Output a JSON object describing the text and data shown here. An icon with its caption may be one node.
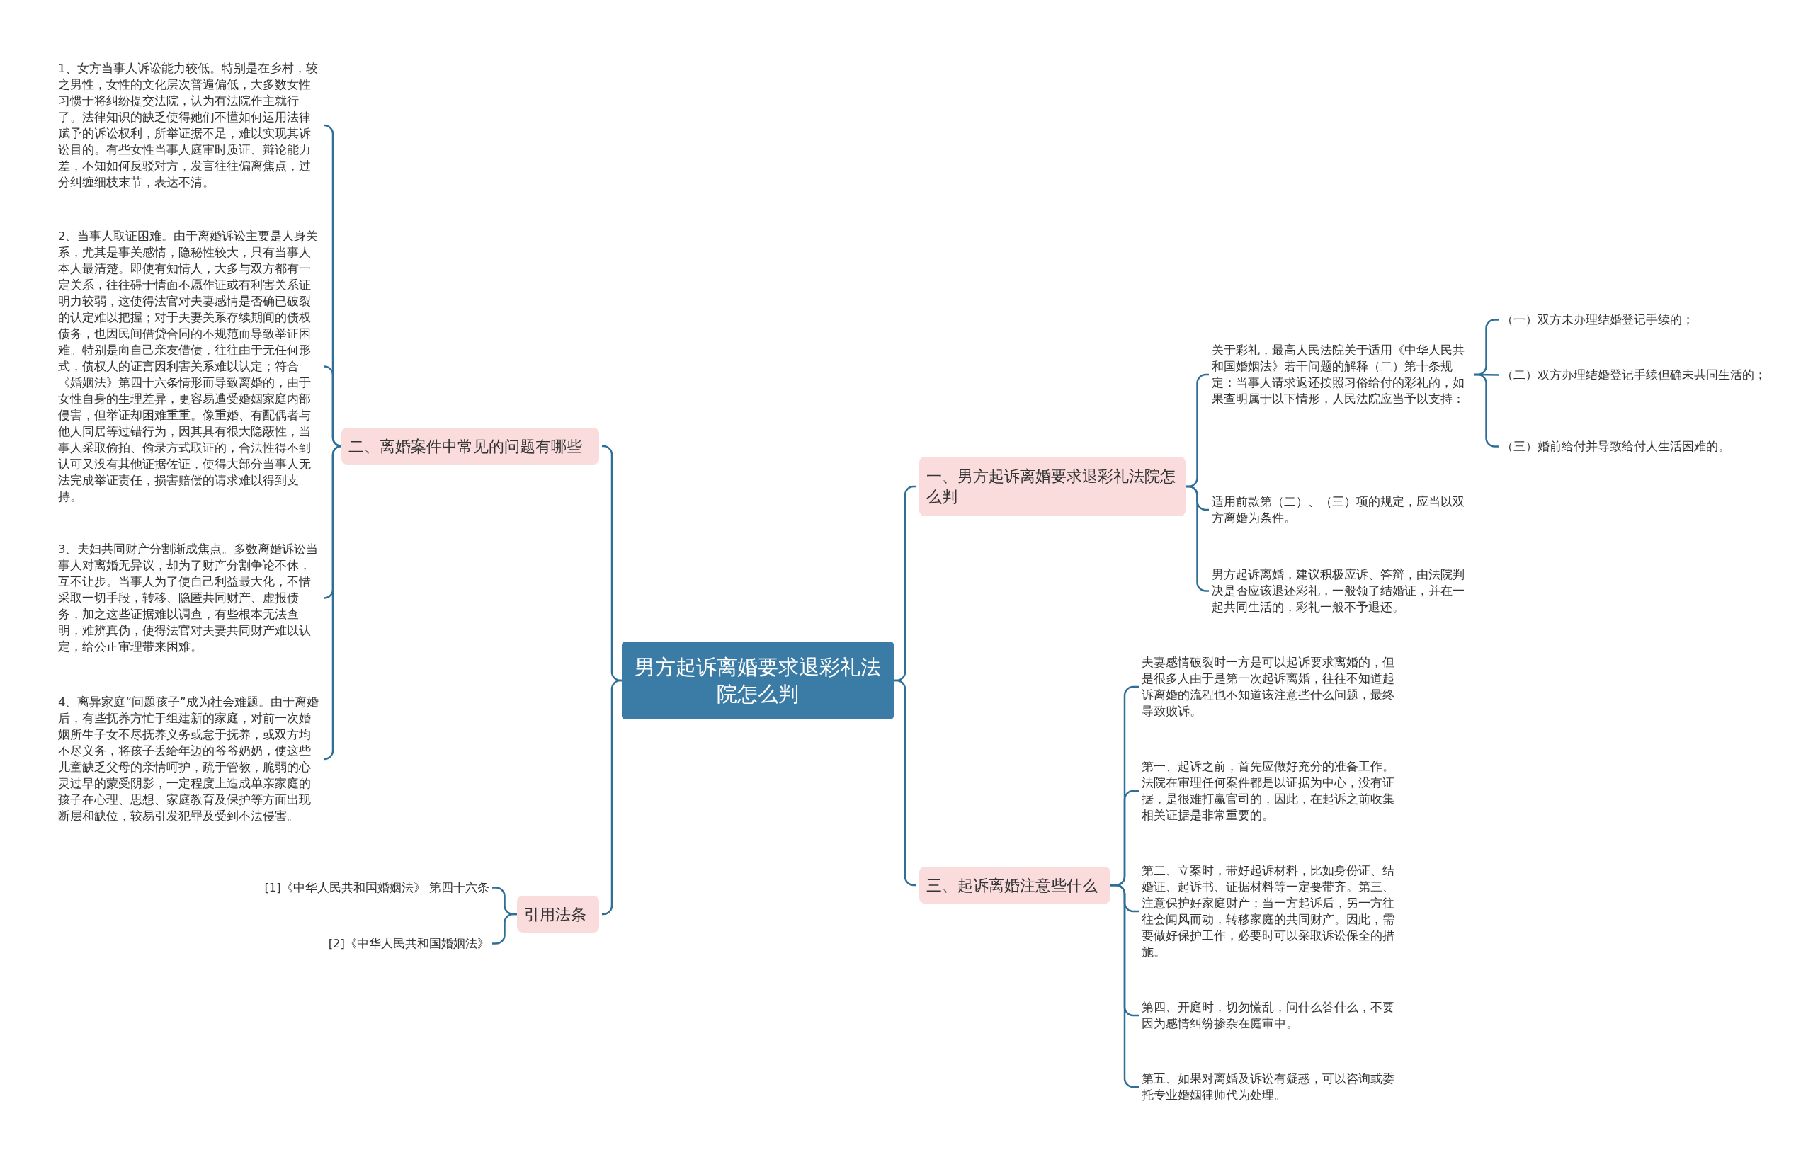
{
  "diagram": {
    "nodes": [
      {
        "text": [
          "男方起诉离婚要求退彩礼法院怎么判"
        ]
      },
      {
        "text": [
          "二、离婚案件中常见的问题有哪些"
        ]
      },
      {
        "text": [
          "1、女方当事人诉讼能力较低。特别是在乡村，较之男性，女性的文化层次普遍偏低，大多数女性习惯于将纠纷提交法院，认为有法院作主就行了。法律知识的缺乏使得她们不懂如何运用法律赋予的诉讼权利，所举证据不足，难以实现其诉讼目的。有些女性当事人庭审时质证、辩论能力差，不知如何反驳对方，发言往往偏离焦点，过分纠缠细枝末节，表达不清。"
        ]
      },
      {
        "text": [
          "2、当事人取证困难。由于离婚诉讼主要是人身关系，尤其是事关感情，隐秘性较大，只有当事人本人最清楚。即使有知情人，大多与双方都有一定关系，往往碍于情面不愿作证或有利害关系证明力较弱，这使得法官对夫妻感情是否确已破裂的认定难以把握；对于夫妻关系存续期间的债权债务，也因民间借贷合同的不规范而导致举证困难。特别是向自己亲友借债，往往由于无任何形式，债权人的证言因利害关系难以认定；符合《婚姻法》第四十六条情形而导致离婚的，由于女性自身的生理差异，更容易遭受婚姻家庭内部侵害，但举证却困难重重。像重婚、有配偶者与他人同居等过错行为，因其具有很大隐蔽性，当事人采取偷拍、偷录方式取证的，合法性得不到认可又没有其他证据佐证，使得大部分当事人无法完成举证责任，损害赔偿的请求难以得到支持。"
        ]
      },
      {
        "text": [
          "3、夫妇共同财产分割渐成焦点。多数离婚诉讼当事人对离婚无异议，却为了财产分割争论不休，互不让步。当事人为了使自己利益最大化，不惜采取一切手段，转移、隐匿共同财产、虚报债务，加之这些证据难以调查，有些根本无法查明，难辨真伪，使得法官对夫妻共同财产难以认定，给公正审理带来困难。"
        ]
      },
      {
        "text": [
          "4、离异家庭“问题孩子”成为社会难题。由于离婚后，有些抚养方忙于组建新的家庭，对前一次婚姻所生子女不尽抚养义务或怠于抚养，或双方均不尽义务，将孩子丢给年迈的爷爷奶奶，使这些儿童缺乏父母的亲情呵护，疏于管教，脆弱的心灵过早的蒙受阴影，一定程度上造成单亲家庭的孩子在心理、思想、家庭教育及保护等方面出现断层和缺位，较易引发犯罪及受到不法侵害。"
        ]
      },
      {
        "text": [
          "引用法条"
        ]
      },
      {
        "text": [
          "[1]《中华人民共和国婚姻法》 第四十六条"
        ]
      },
      {
        "text": [
          "[2]《中华人民共和国婚姻法》"
        ]
      },
      {
        "text": [
          "一、男方起诉离婚要求退彩礼法院怎么判"
        ]
      },
      {
        "text": [
          "关于彩礼，最高人民法院关于适用《中华人民共和国婚姻法》若干问题的解释（二）第十条规定：当事人请求返还按照习俗给付的彩礼的，如果查明属于以下情形，人民法院应当予以支持："
        ]
      },
      {
        "text": [
          "（一）双方未办理结婚登记手续的；"
        ]
      },
      {
        "text": [
          "（二）双方办理结婚登记手续但确未共同生活的；"
        ]
      },
      {
        "text": [
          "（三）婚前给付并导致给付人生活困难的。"
        ]
      },
      {
        "text": [
          "适用前款第（二）、（三）项的规定，应当以双方离婚为条件。"
        ]
      },
      {
        "text": [
          "男方起诉离婚，建议积极应诉、答辩，由法院判决是否应该退还彩礼，一般领了结婚证，并在一起共同生活的，彩礼一般不予退还。"
        ]
      },
      {
        "text": [
          "三、起诉离婚注意些什么"
        ]
      },
      {
        "text": [
          "夫妻感情破裂时一方是可以起诉要求离婚的，但是很多人由于是第一次起诉离婚，往往不知道起诉离婚的流程也不知道该注意些什么问题，最终导致败诉。"
        ]
      },
      {
        "text": [
          "第一、起诉之前，首先应做好充分的准备工作。法院在审理任何案件都是以证据为中心，没有证据，是很难打赢官司的，因此，在起诉之前收集相关证据是非常重要的。"
        ]
      },
      {
        "text": [
          "第二、立案时，带好起诉材料，比如身份证、结婚证、起诉书、证据材料等一定要带齐。第三、注意保护好家庭财产；当一方起诉后，另一方往往会闻风而动，转移家庭的共同财产。因此，需要做好保护工作，必要时可以采取诉讼保全的措施。"
        ]
      },
      {
        "text": [
          "第四、开庭时，切勿慌乱，问什么答什么，不要因为感情纠纷掺杂在庭审中。"
        ]
      },
      {
        "text": [
          "第五、如果对离婚及诉讼有疑惑，可以咨询或委托专业婚姻律师代为处理。"
        ]
      }
    ],
    "edges": [
      {
        "from": 0,
        "to": 1,
        "arrow": "none"
      },
      {
        "from": 1,
        "to": 2,
        "arrow": "none"
      },
      {
        "from": 1,
        "to": 3,
        "arrow": "none"
      },
      {
        "from": 1,
        "to": 4,
        "arrow": "none"
      },
      {
        "from": 1,
        "to": 5,
        "arrow": "none"
      },
      {
        "from": 0,
        "to": 6,
        "arrow": "none"
      },
      {
        "from": 6,
        "to": 7,
        "arrow": "none"
      },
      {
        "from": 6,
        "to": 8,
        "arrow": "none"
      },
      {
        "from": 0,
        "to": 9,
        "arrow": "none"
      },
      {
        "from": 9,
        "to": 10,
        "arrow": "none"
      },
      {
        "from": 10,
        "to": 11,
        "arrow": "none"
      },
      {
        "from": 10,
        "to": 12,
        "arrow": "none"
      },
      {
        "from": 10,
        "to": 13,
        "arrow": "none"
      },
      {
        "from": 9,
        "to": 14,
        "arrow": "none"
      },
      {
        "from": 9,
        "to": 15,
        "arrow": "none"
      },
      {
        "from": 0,
        "to": 16,
        "arrow": "none"
      },
      {
        "from": 16,
        "to": 17,
        "arrow": "none"
      },
      {
        "from": 16,
        "to": 18,
        "arrow": "none"
      },
      {
        "from": 16,
        "to": 19,
        "arrow": "none"
      },
      {
        "from": 16,
        "to": 20,
        "arrow": "none"
      },
      {
        "from": 16,
        "to": 21,
        "arrow": "none"
      }
    ]
  }
}
